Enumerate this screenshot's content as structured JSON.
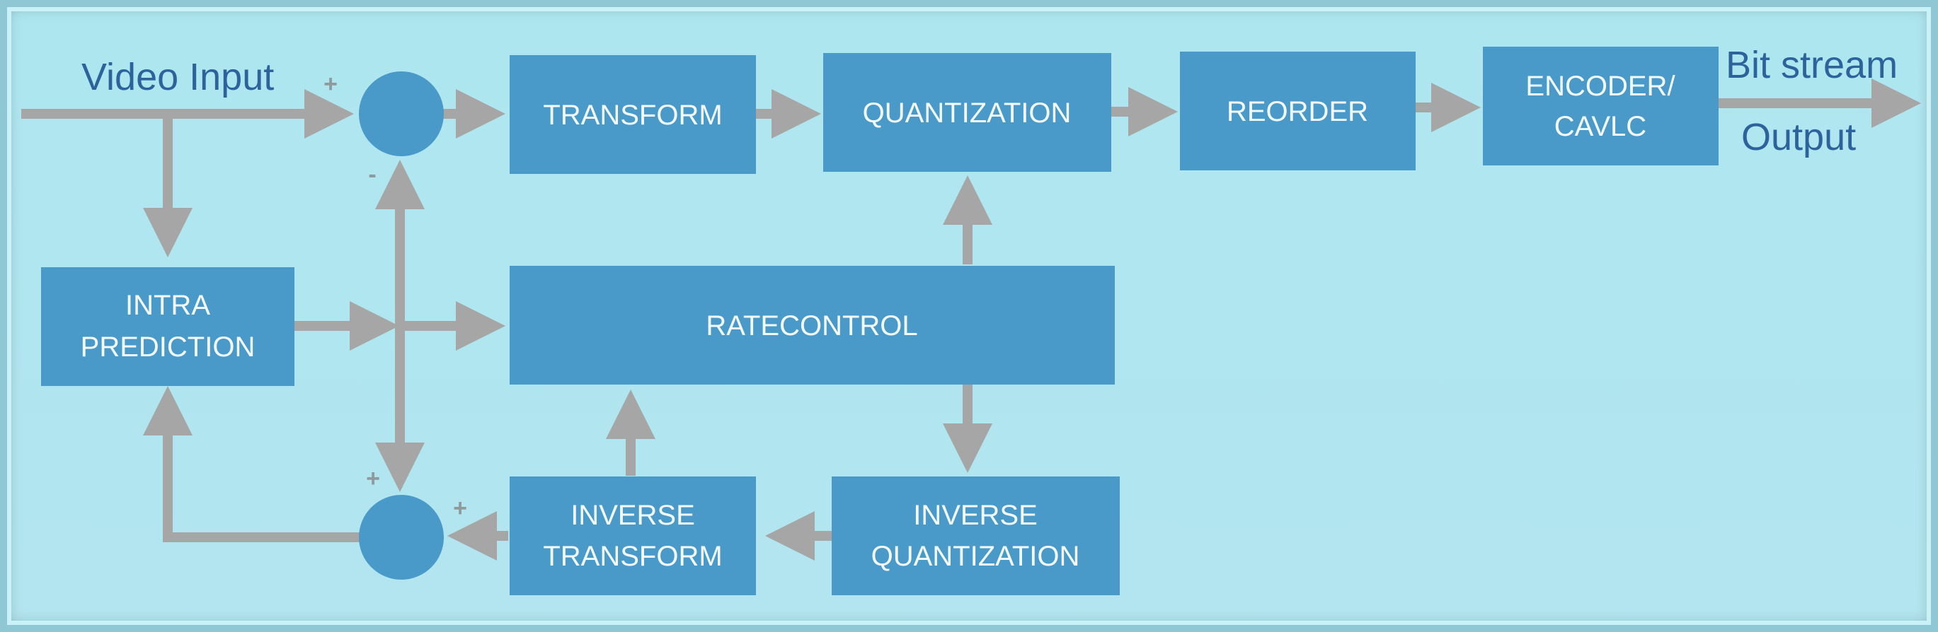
{
  "title": "",
  "blocks": {
    "transform": "TRANSFORM",
    "quantization": "QUANTIZATION",
    "reorder": "REORDER",
    "encoder_line1": "ENCODER/",
    "encoder_line2": "CAVLC",
    "intra_line1": "INTRA",
    "intra_line2": "PREDICTION",
    "ratecontrol": "RATECONTROL",
    "inv_transform_line1": "INVERSE",
    "inv_transform_line2": "TRANSFORM",
    "inv_quant_line1": "INVERSE",
    "inv_quant_line2": "QUANTIZATION"
  },
  "labels": {
    "video_input": "Video Input",
    "bitstream": "Bit stream",
    "output": "Output"
  },
  "signs": {
    "top_plus": "+",
    "top_minus": "-",
    "bottom_plus_left": "+",
    "bottom_plus_right": "+"
  },
  "colors": {
    "block": "#4a9ac9",
    "arrow": "#a6a6a6",
    "label": "#2d639c",
    "background": "#b2e5ef"
  }
}
